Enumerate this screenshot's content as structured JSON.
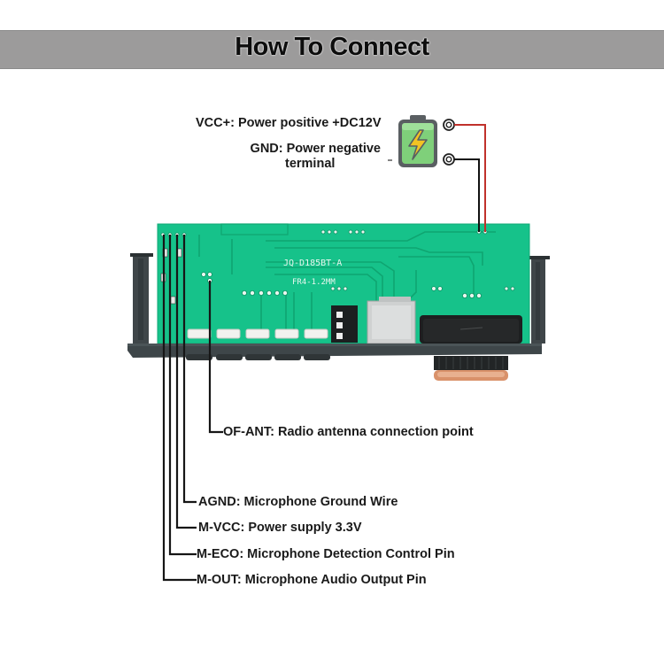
{
  "header": {
    "title": "How To Connect"
  },
  "power": {
    "vcc_label": "VCC+: Power positive +DC12V",
    "gnd_label_line1": "GND: Power negative",
    "gnd_label_line2": "terminal",
    "battery_icon": "battery-charging-icon",
    "positive_wire_color": "#c0312b",
    "negative_wire_color": "#111111"
  },
  "board": {
    "model_silkscreen": "JQ-D185BT-A",
    "material_silkscreen": "FR4-1.2MM",
    "pcb_color": "#16c28a",
    "case_color": "#3e4649"
  },
  "pins": [
    {
      "id": "of-ant",
      "label": "OF-ANT: Radio antenna connection point"
    },
    {
      "id": "agnd",
      "label": "AGND: Microphone Ground Wire"
    },
    {
      "id": "m-vcc",
      "label": "M-VCC: Power supply 3.3V"
    },
    {
      "id": "m-eco",
      "label": "M-ECO: Microphone Detection Control Pin"
    },
    {
      "id": "m-out",
      "label": "M-OUT: Microphone Audio Output Pin"
    }
  ]
}
